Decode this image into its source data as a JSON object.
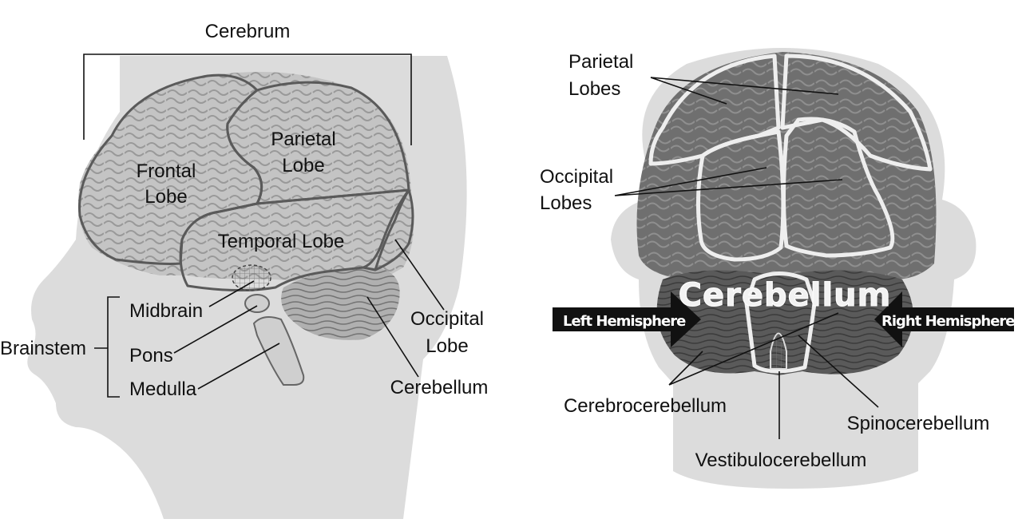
{
  "left_panel": {
    "cerebrum_label": "Cerebrum",
    "frontal_lobe": [
      "Frontal",
      "Lobe"
    ],
    "parietal_lobe": [
      "Parietal",
      "Lobe"
    ],
    "temporal_lobe": "Temporal Lobe",
    "occipital_lobe": [
      "Occipital",
      "Lobe"
    ],
    "cerebellum": "Cerebellum",
    "brainstem": "Brainstem",
    "midbrain": "Midbrain",
    "pons": "Pons",
    "medulla": "Medulla"
  },
  "right_panel": {
    "parietal_lobes": [
      "Parietal",
      "Lobes"
    ],
    "occipital_lobes": [
      "Occipital",
      "Lobes"
    ],
    "cerebellum_title": "Cerebellum",
    "left_hemisphere": "Left Hemisphere",
    "right_hemisphere": "Right Hemisphere",
    "cerebrocerebellum": "Cerebrocerebellum",
    "spinocerebellum": "Spinocerebellum",
    "vestibulocerebellum": "Vestibulocerebellum"
  },
  "colors": {
    "silhouette": "#dcdcdc",
    "brain_fill": "#c4c4c4",
    "cerebellum_fill": "#b0b0b0",
    "rear_brain": "#6f6f6f",
    "rear_cerebellum": "#5a5a5a",
    "outline": "#5a5a5a",
    "label": "#111111"
  }
}
